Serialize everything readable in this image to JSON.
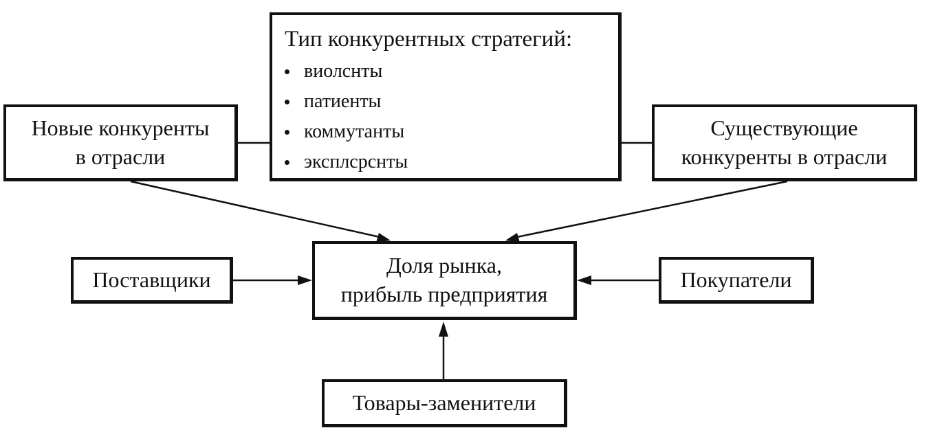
{
  "strategies": {
    "title": "Тип конкурентных стратегий:",
    "items": [
      "виолснты",
      "патиенты",
      "коммутанты",
      "эксплсрснты"
    ]
  },
  "new_competitors": {
    "line1": "Новые конкуренты",
    "line2": "в отрасли"
  },
  "existing_competitors": {
    "line1": "Существующие",
    "line2": "конкуренты в отрасли"
  },
  "market_share": {
    "line1": "Доля рынка,",
    "line2": "прибыль предприятия"
  },
  "suppliers": {
    "label": "Поставщики"
  },
  "buyers": {
    "label": "Покупатели"
  },
  "substitutes": {
    "label": "Товары-заменители"
  },
  "colors": {
    "ink": "#111111",
    "background": "#ffffff"
  }
}
